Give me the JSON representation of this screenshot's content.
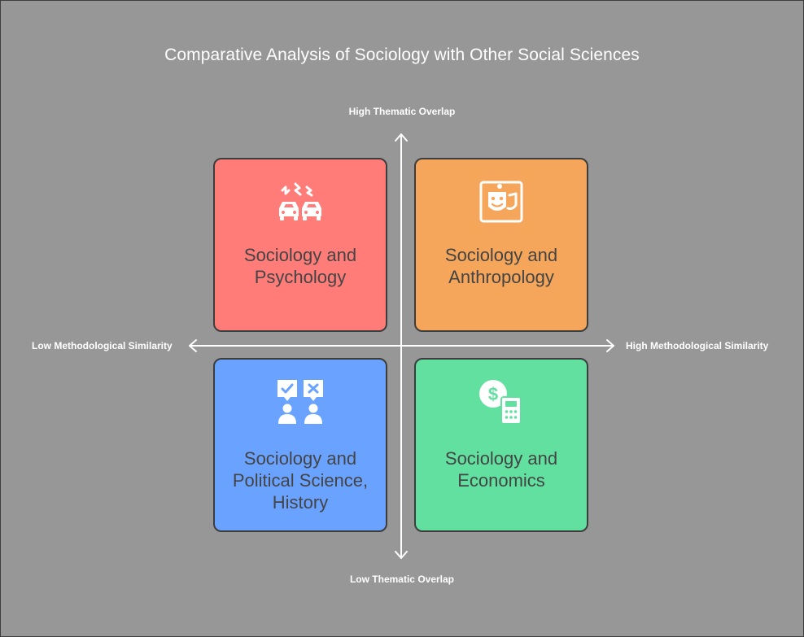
{
  "title": "Comparative Analysis of Sociology with Other Social Sciences",
  "axes": {
    "top": "High Thematic Overlap",
    "bottom": "Low Thematic Overlap",
    "left": "Low Methodological Similarity",
    "right": "High Methodological Similarity"
  },
  "quadrants": [
    {
      "position": "top-left",
      "label": "Sociology and Psychology",
      "icon": "car-collision-icon",
      "color": "#ff7c79"
    },
    {
      "position": "top-right",
      "label": "Sociology and Anthropology",
      "icon": "theater-mask-icon",
      "color": "#f5a65a"
    },
    {
      "position": "bottom-left",
      "label": "Sociology and Political Science, History",
      "icon": "voting-people-icon",
      "color": "#6aa3ff"
    },
    {
      "position": "bottom-right",
      "label": "Sociology and Economics",
      "icon": "money-calculator-icon",
      "color": "#61e0a0"
    }
  ]
}
